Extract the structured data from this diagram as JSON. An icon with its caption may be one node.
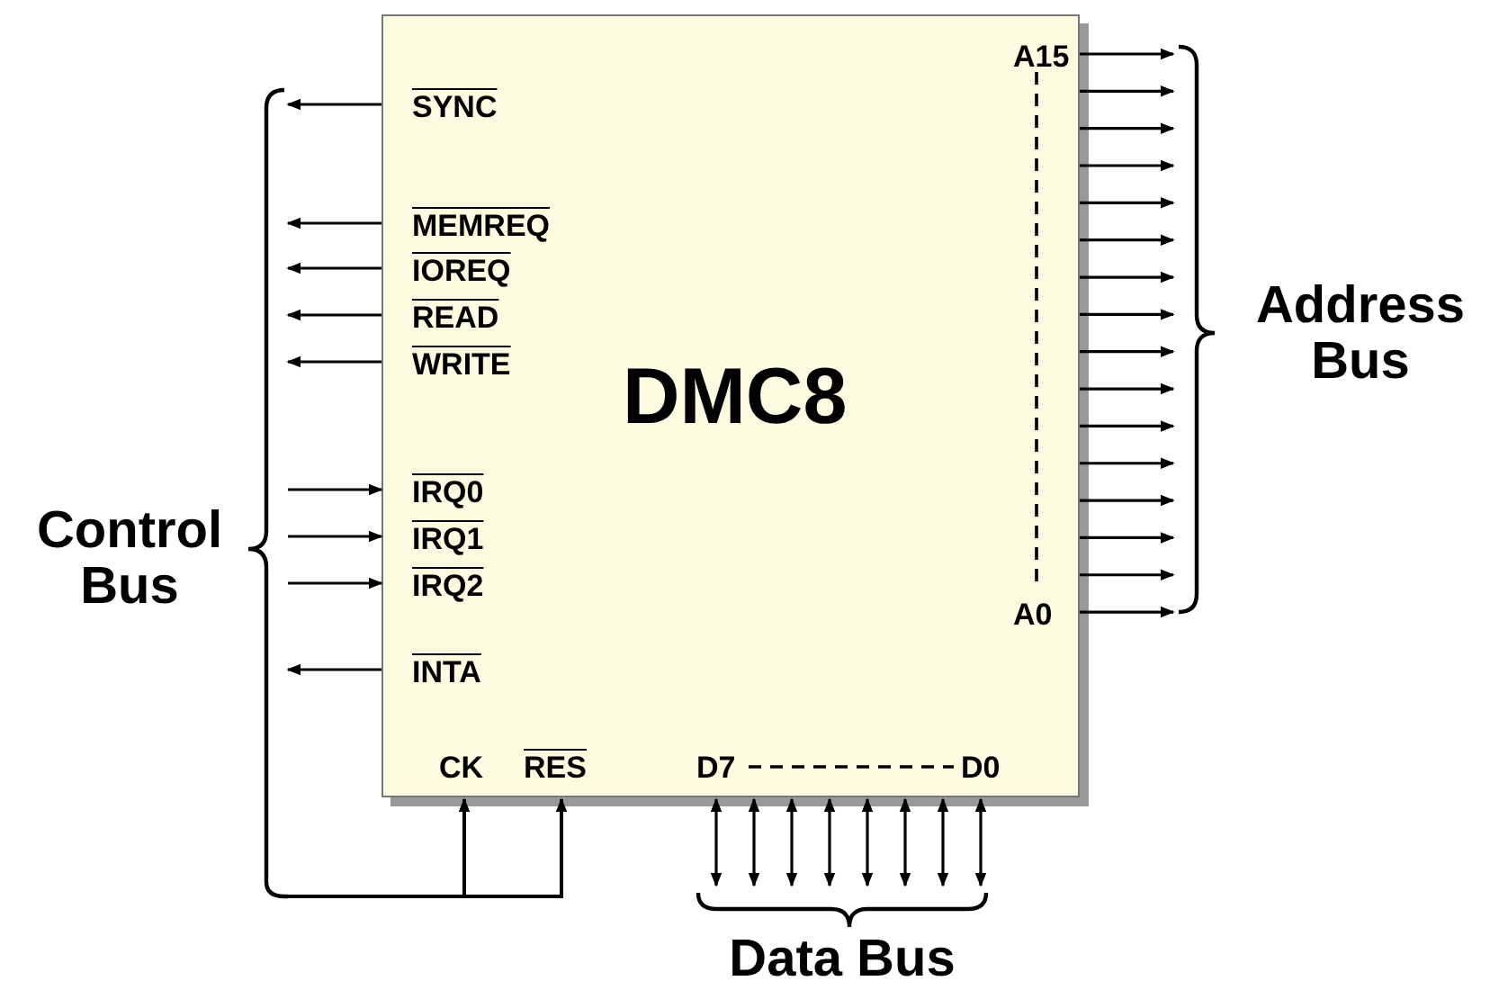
{
  "diagram": {
    "nodes": [
      {
        "text": [
          "DMC8"
        ]
      },
      {
        "text": [
          "Control Bus"
        ]
      },
      {
        "text": [
          "Address Bus"
        ]
      },
      {
        "text": [
          "Data Bus"
        ]
      }
    ],
    "edges": [
      {
        "from": 0,
        "to": 1,
        "arrow": "to"
      },
      {
        "from": 0,
        "to": 1,
        "arrow": "to"
      },
      {
        "from": 0,
        "to": 1,
        "arrow": "to"
      },
      {
        "from": 0,
        "to": 1,
        "arrow": "to"
      },
      {
        "from": 0,
        "to": 1,
        "arrow": "to"
      },
      {
        "from": 1,
        "to": 0,
        "arrow": "to"
      },
      {
        "from": 1,
        "to": 0,
        "arrow": "to"
      },
      {
        "from": 1,
        "to": 0,
        "arrow": "to"
      },
      {
        "from": 0,
        "to": 1,
        "arrow": "to"
      },
      {
        "from": 0,
        "to": 2,
        "arrow": "to"
      },
      {
        "from": 0,
        "to": 2,
        "arrow": "to"
      },
      {
        "from": 0,
        "to": 2,
        "arrow": "to"
      },
      {
        "from": 0,
        "to": 2,
        "arrow": "to"
      },
      {
        "from": 0,
        "to": 2,
        "arrow": "to"
      },
      {
        "from": 0,
        "to": 2,
        "arrow": "to"
      },
      {
        "from": 0,
        "to": 2,
        "arrow": "to"
      },
      {
        "from": 0,
        "to": 2,
        "arrow": "to"
      },
      {
        "from": 0,
        "to": 2,
        "arrow": "to"
      },
      {
        "from": 0,
        "to": 2,
        "arrow": "to"
      },
      {
        "from": 0,
        "to": 2,
        "arrow": "to"
      },
      {
        "from": 0,
        "to": 2,
        "arrow": "to"
      },
      {
        "from": 0,
        "to": 2,
        "arrow": "to"
      },
      {
        "from": 0,
        "to": 2,
        "arrow": "to"
      },
      {
        "from": 0,
        "to": 2,
        "arrow": "to"
      },
      {
        "from": 0,
        "to": 2,
        "arrow": "to"
      },
      {
        "from": 1,
        "to": 0,
        "arrow": "to"
      },
      {
        "from": 1,
        "to": 0,
        "arrow": "to"
      },
      {
        "from": 0,
        "to": 3,
        "arrow": "both"
      },
      {
        "from": 0,
        "to": 3,
        "arrow": "both"
      },
      {
        "from": 0,
        "to": 3,
        "arrow": "both"
      },
      {
        "from": 0,
        "to": 3,
        "arrow": "both"
      },
      {
        "from": 0,
        "to": 3,
        "arrow": "both"
      },
      {
        "from": 0,
        "to": 3,
        "arrow": "both"
      },
      {
        "from": 0,
        "to": 3,
        "arrow": "both"
      },
      {
        "from": 0,
        "to": 3,
        "arrow": "both"
      }
    ],
    "labels": [
      "A15",
      "SYNC",
      "MEMREQ",
      "IOREQ",
      "READ",
      "WRITE",
      "IRQ0",
      "IRQ1",
      "IRQ2",
      "A0",
      "INTA",
      "CK",
      "RES",
      "D7",
      "D0"
    ]
  }
}
